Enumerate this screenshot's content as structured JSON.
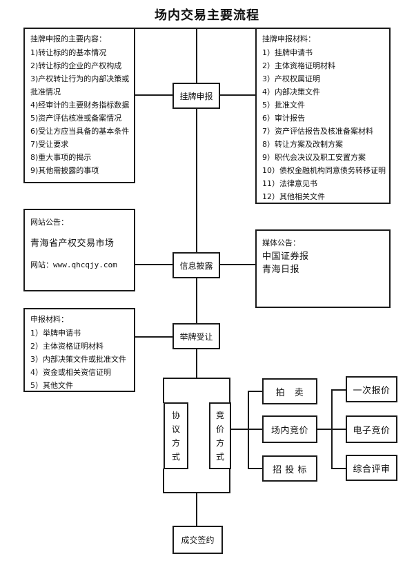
{
  "title": "场内交易主要流程",
  "listing_content": {
    "heading": "挂牌申报的主要内容：",
    "items": [
      "1)转让标的的基本情况",
      "2)转让标的企业的产权构成",
      "3)产权转让行为的内部决策或",
      "批准情况",
      "4)经审计的主要财务指标数据",
      "5)资产评估核准或备案情况",
      "6)受让方应当具备的基本条件",
      "7)受让要求",
      "8)重大事项的揭示",
      "9)其他需披露的事项"
    ]
  },
  "listing_materials": {
    "heading": "挂牌申报材料：",
    "items": [
      "1）挂牌申请书",
      "2）主体资格证明材料",
      "3）产权权属证明",
      "4）内部决策文件",
      "5）批准文件",
      "6）审计报告",
      "7）资产评估报告及核准备案材料",
      "8）转让方案及改制方案",
      "9）职代会决议及职工安置方案",
      "10）债权金融机构同意债务转移证明",
      "11）法律意见书",
      "12）其他相关文件"
    ]
  },
  "website_notice": {
    "heading": "网站公告：",
    "org": "青海省产权交易市场",
    "site_label": "网站：",
    "site_url": "www.qhcqjy.com"
  },
  "media_notice": {
    "heading": "媒体公告：",
    "items": [
      "中国证券报",
      "青海日报"
    ]
  },
  "application_materials": {
    "heading": "申报材料：",
    "items": [
      "1）举牌申请书",
      "2）主体资格证明材料",
      "3）内部决策文件或批准文件",
      "4）资金或相关资信证明",
      "5）其他文件"
    ]
  },
  "steps": {
    "listing": "挂牌申报",
    "disclosure": "信息披露",
    "bidding": "举牌受让",
    "negotiated": [
      "协",
      "议",
      "方",
      "式"
    ],
    "competitive": [
      "竞",
      "价",
      "方",
      "式"
    ],
    "closing": "成交签约"
  },
  "methods": {
    "auction": "拍　卖",
    "onsite": "场内竞价",
    "tender": "招 投 标"
  },
  "submethods": {
    "one_time": "一次报价",
    "electronic": "电子竞价",
    "comprehensive": "综合评审"
  }
}
